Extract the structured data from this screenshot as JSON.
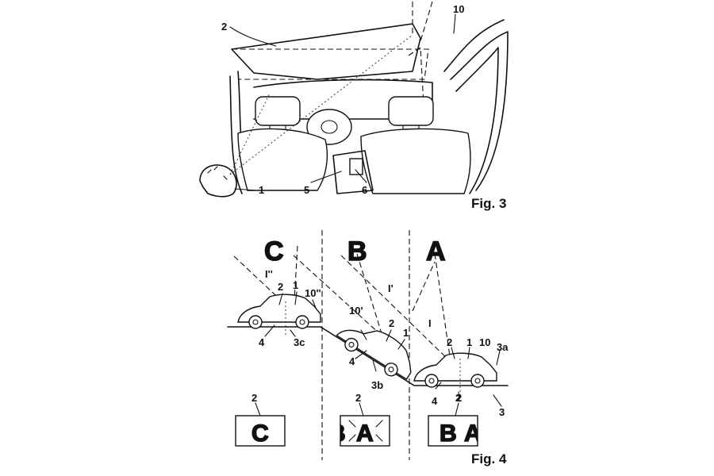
{
  "fig3": {
    "caption": "Fig. 3",
    "refs": {
      "r10": "10",
      "r2": "2",
      "r1": "1",
      "r5": "5",
      "r6": "6"
    }
  },
  "fig4": {
    "caption": "Fig. 4",
    "zones": {
      "c": "C",
      "b": "B",
      "a": "A"
    },
    "cones": {
      "i2": "I''",
      "i1": "I'",
      "i0": "I"
    },
    "refs": {
      "c_2": "2",
      "c_1": "1",
      "c_10": "10''",
      "c_4": "4",
      "c_3c": "3c",
      "b_10": "10'",
      "b_2": "2",
      "b_1": "1",
      "b_4": "4",
      "b_3b": "3b",
      "a_2": "2",
      "a_1": "1",
      "a_10": "10",
      "a_3a": "3a",
      "a_4": "4",
      "a_2b": "2",
      "a_3": "3",
      "p1": "2",
      "p2": "2",
      "p3": "2"
    },
    "panels": {
      "p1": "C",
      "p2a": "B",
      "p2b": "A",
      "p3a": "B",
      "p3b": "A"
    }
  }
}
